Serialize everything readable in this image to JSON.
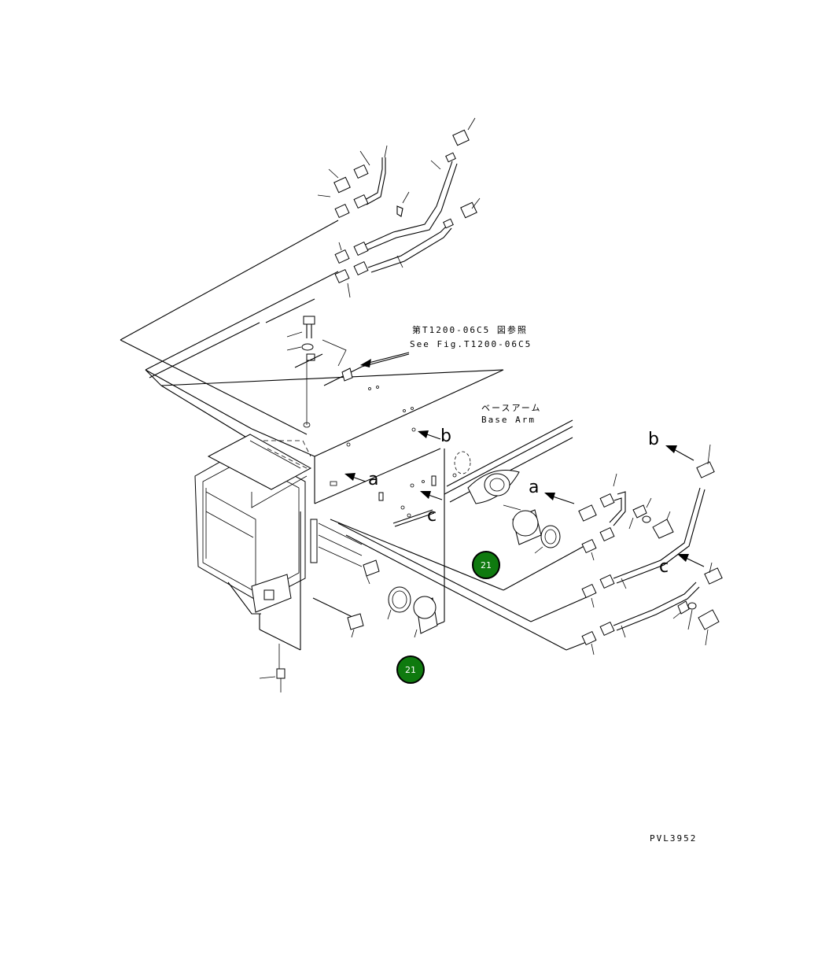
{
  "reference": {
    "jp": "第T1200-06C5 図参照",
    "en": "See Fig.T1200-06C5"
  },
  "base_arm": {
    "jp": "ベースアーム",
    "en": "Base Arm"
  },
  "callouts": {
    "a": "a",
    "b": "b",
    "c": "c"
  },
  "part_badges": [
    {
      "label": "21"
    },
    {
      "label": "21"
    }
  ],
  "drawing_code": "PVL3952",
  "colors": {
    "badge_fill": "#0f7a0f",
    "line": "#000000",
    "background": "#ffffff"
  }
}
